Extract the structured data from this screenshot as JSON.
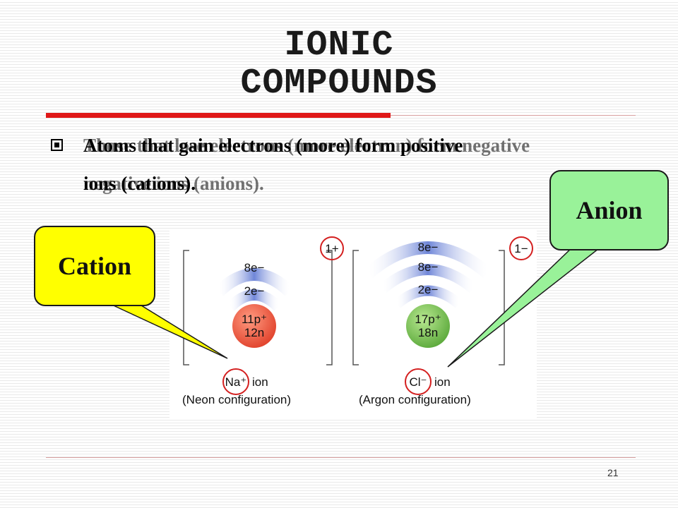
{
  "slide": {
    "title_line1": "IONIC",
    "title_line2": "COMPOUNDS",
    "bullet_line1_a": "Atoms that gain electrons (more) form positive",
    "bullet_line2_a": "ions (cations).",
    "bullet_line1_b": "Those that lose electrons (more electron) form negative",
    "bullet_line2_b": "negative ions (anions).",
    "slide_number": "21",
    "colors": {
      "accent_red": "#e01818",
      "cation_yellow": "#ffff00",
      "anion_green": "#99f299"
    }
  },
  "callouts": {
    "cation": "Cation",
    "anion": "Anion"
  },
  "diagram": {
    "sodium": {
      "shells": [
        "8e−",
        "2e−"
      ],
      "nucleus_protons": "11p⁺",
      "nucleus_neutrons": "12n",
      "charge": "1+",
      "ion_symbol": "Na⁺",
      "ion_word": "ion",
      "configuration": "(Neon configuration)"
    },
    "chlorine": {
      "shells": [
        "8e−",
        "8e−",
        "2e−"
      ],
      "nucleus_protons": "17p⁺",
      "nucleus_neutrons": "18n",
      "charge": "1−",
      "ion_symbol": "Cl⁻",
      "ion_word": "ion",
      "configuration": "(Argon configuration)"
    }
  }
}
